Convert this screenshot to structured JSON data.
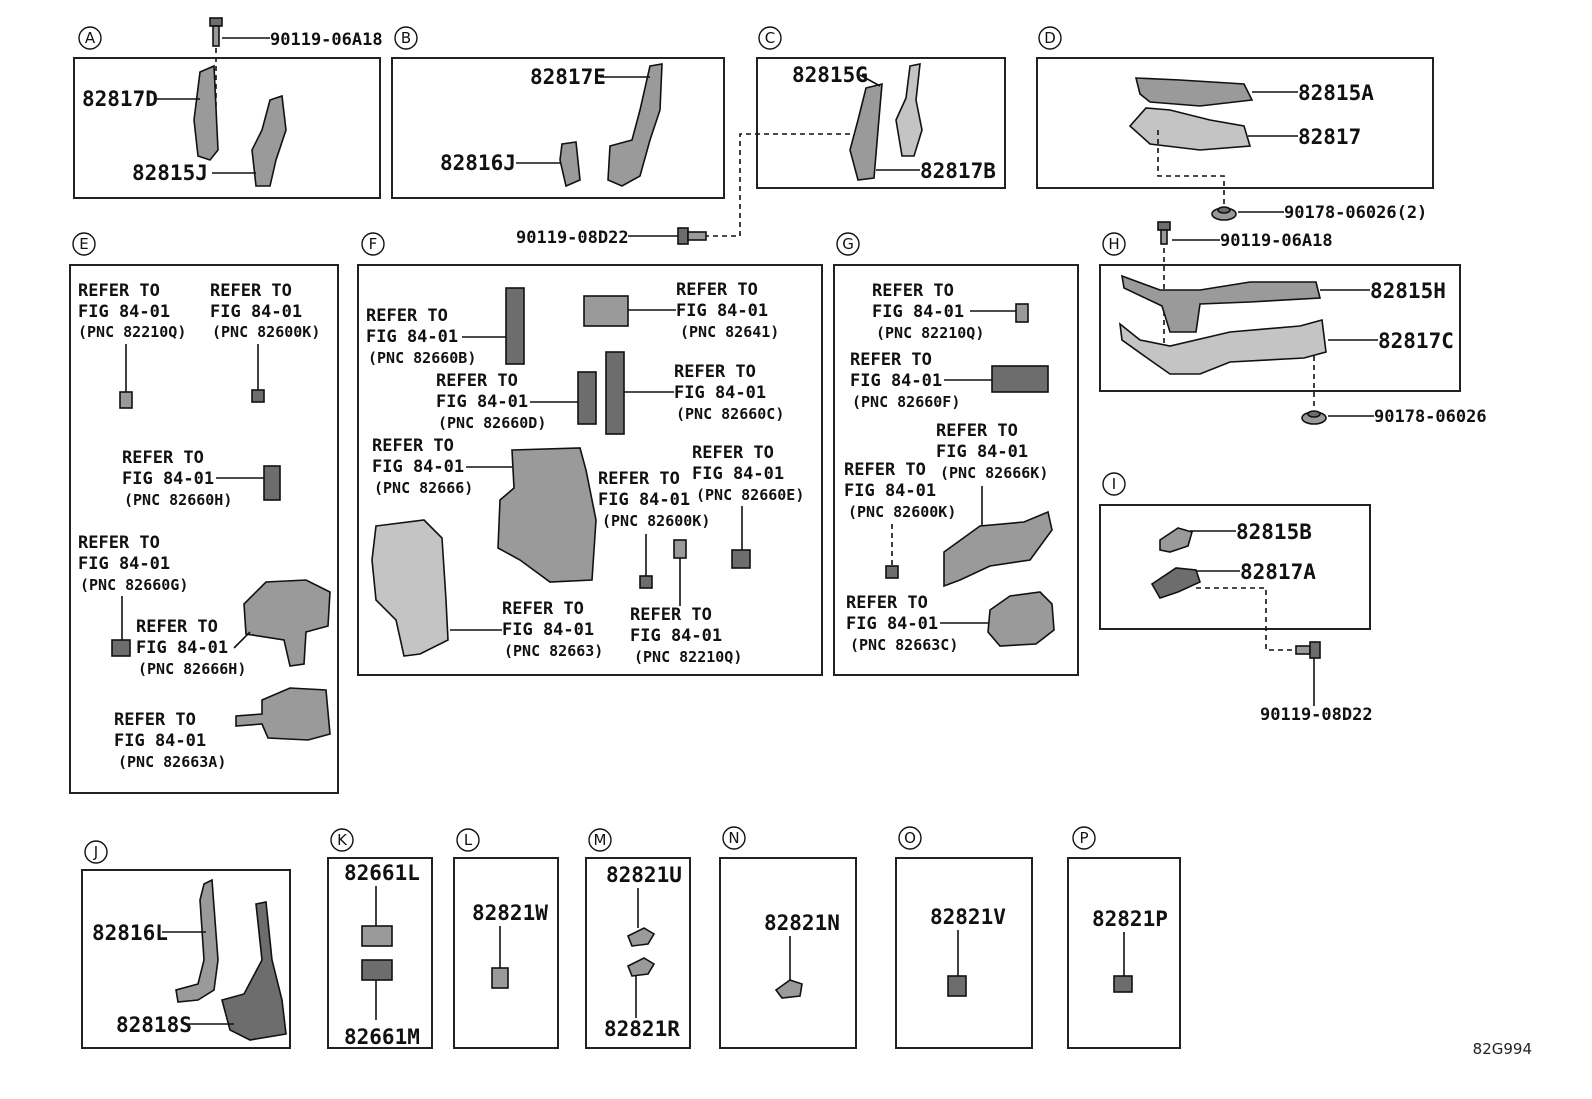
{
  "diagram": {
    "sections": {
      "A": {
        "letter": "A",
        "parts": [
          "90119-06A18",
          "82817D",
          "82815J"
        ]
      },
      "B": {
        "letter": "B",
        "parts": [
          "82817E",
          "82816J"
        ]
      },
      "C": {
        "letter": "C",
        "parts": [
          "82815G",
          "82817B",
          "90119-08D22"
        ]
      },
      "D": {
        "letter": "D",
        "parts": [
          "82815A",
          "82817",
          "90178-06026(2)"
        ]
      },
      "E": {
        "letter": "E"
      },
      "F": {
        "letter": "F"
      },
      "G": {
        "letter": "G"
      },
      "H": {
        "letter": "H",
        "parts": [
          "90119-06A18",
          "82815H",
          "82817C",
          "90178-06026"
        ]
      },
      "I": {
        "letter": "I",
        "parts": [
          "82815B",
          "82817A",
          "90119-08D22"
        ]
      },
      "J": {
        "letter": "J",
        "parts": [
          "82816L",
          "82818S"
        ]
      },
      "K": {
        "letter": "K",
        "parts": [
          "82661L",
          "82661M"
        ]
      },
      "L": {
        "letter": "L",
        "parts": [
          "82821W"
        ]
      },
      "M": {
        "letter": "M",
        "parts": [
          "82821U",
          "82821R"
        ]
      },
      "N": {
        "letter": "N",
        "parts": [
          "82821N"
        ]
      },
      "O": {
        "letter": "O",
        "parts": [
          "82821V"
        ]
      },
      "P": {
        "letter": "P",
        "parts": [
          "82821P"
        ]
      }
    },
    "refer_line1": "REFER TO",
    "refer_line2": "FIG 84-01",
    "pnc": {
      "e1": "(PNC 82210Q)",
      "e2": "(PNC 82600K)",
      "e3": "(PNC 82660H)",
      "e4": "(PNC 82660G)",
      "e5": "(PNC 82666H)",
      "e6": "(PNC 82663A)",
      "f1": "(PNC 82660B)",
      "f2": "(PNC 82641)",
      "f3": "(PNC 82660D)",
      "f4": "(PNC 82660C)",
      "f5": "(PNC 82666)",
      "f6": "(PNC 82660E)",
      "f7": "(PNC 82600K)",
      "f8": "(PNC 82663)",
      "f9": "(PNC 82210Q)",
      "g1": "(PNC 82210Q)",
      "g2": "(PNC 82660F)",
      "g3": "(PNC 82666K)",
      "g4": "(PNC 82600K)",
      "g5": "(PNC 82663C)"
    },
    "figure_code": "82G994"
  }
}
